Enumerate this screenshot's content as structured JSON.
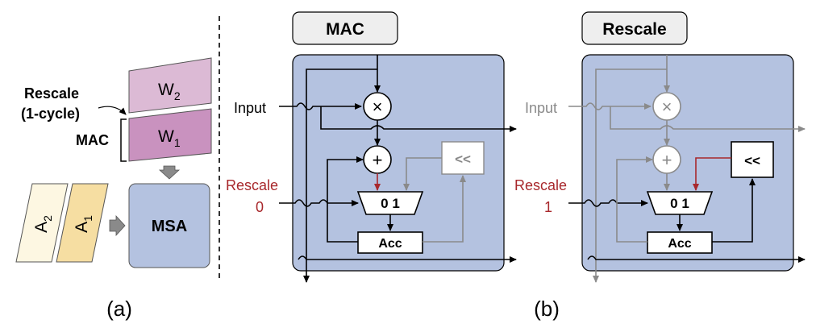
{
  "part_a": {
    "rescale_label_line1": "Rescale",
    "rescale_label_line2": "(1-cycle)",
    "mac_label": "MAC",
    "w2_base": "W",
    "w2_sub": "2",
    "w1_base": "W",
    "w1_sub": "1",
    "a2_base": "A",
    "a2_sub": "2",
    "a1_base": "A",
    "a1_sub": "1",
    "msa_label": "MSA",
    "caption": "(a)"
  },
  "part_b": {
    "caption": "(b)",
    "mac_panel": {
      "title": "MAC",
      "input_label": "Input",
      "rescale_label": "Rescale",
      "rescale_value": "0",
      "multiply_symbol": "×",
      "add_symbol": "+",
      "shift_label": "<<",
      "mux_label": "0 1",
      "acc_label": "Acc"
    },
    "rescale_panel": {
      "title": "Rescale",
      "input_label": "Input",
      "rescale_label": "Rescale",
      "rescale_value": "1",
      "multiply_symbol": "×",
      "add_symbol": "+",
      "shift_label": "<<",
      "mux_label": "0 1",
      "acc_label": "Acc"
    }
  },
  "colors": {
    "panel_fill": "#b4c2e0",
    "title_fill": "#eeeeee",
    "w2_fill": "#dcbad5",
    "w1_fill": "#c992bf",
    "a2_fill": "#fdf7e2",
    "a1_fill": "#f6dea2",
    "msa_fill": "#b4c2e0",
    "accent_red": "#a8282c",
    "dim_gray": "#8a8a8a"
  }
}
